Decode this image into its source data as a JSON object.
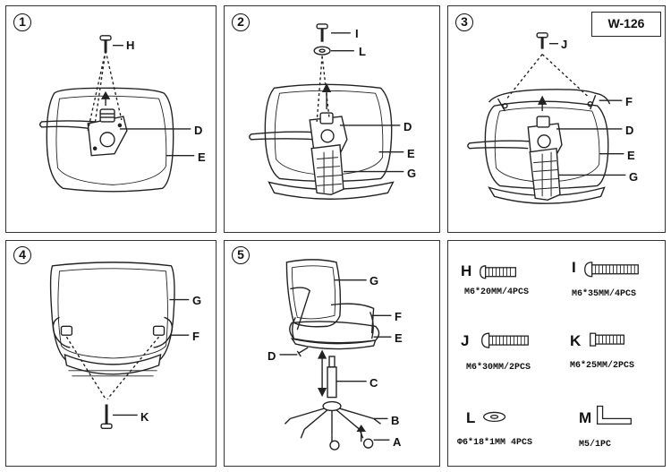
{
  "document": {
    "model_code": "W-126"
  },
  "steps": [
    {
      "number": "1",
      "labels": {
        "H": "H",
        "D": "D",
        "E": "E"
      }
    },
    {
      "number": "2",
      "labels": {
        "I": "I",
        "L": "L",
        "D": "D",
        "E": "E",
        "G": "G"
      }
    },
    {
      "number": "3",
      "labels": {
        "J": "J",
        "F": "F",
        "D": "D",
        "E": "E",
        "G": "G"
      }
    },
    {
      "number": "4",
      "labels": {
        "G": "G",
        "F": "F",
        "K": "K"
      }
    },
    {
      "number": "5",
      "labels": {
        "G": "G",
        "F": "F",
        "E": "E",
        "D": "D",
        "C": "C",
        "B": "B",
        "A": "A"
      }
    }
  ],
  "parts": [
    {
      "letter": "H",
      "spec": "M6*20MM/4PCS",
      "icon": "bolt-icon"
    },
    {
      "letter": "I",
      "spec": "M6*35MM/4PCS",
      "icon": "bolt-icon"
    },
    {
      "letter": "J",
      "spec": "M6*30MM/2PCS",
      "icon": "bolt-icon"
    },
    {
      "letter": "K",
      "spec": "M6*25MM/2PCS",
      "icon": "bolt-icon"
    },
    {
      "letter": "L",
      "spec": "Φ6*18*1MM 4PCS",
      "icon": "washer-icon"
    },
    {
      "letter": "M",
      "spec": "M5/1PC",
      "icon": "allen-key-icon"
    }
  ]
}
